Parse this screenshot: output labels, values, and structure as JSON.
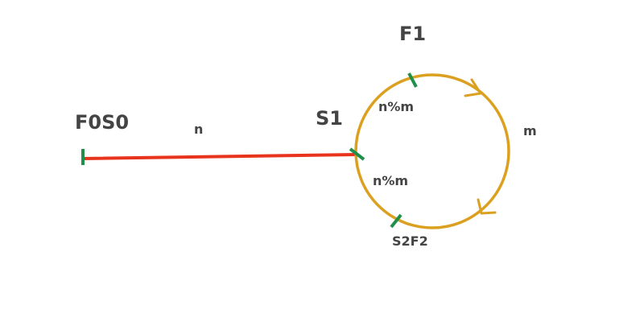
{
  "labels": {
    "start_node": "F0S0",
    "line_label": "n",
    "entry_node": "S1",
    "top_node": "F1",
    "upper_arc_label": "n%m",
    "right_arc_label": "m",
    "lower_arc_label": "n%m",
    "bottom_node": "S2F2"
  },
  "colors": {
    "straight_path": "#e8341c",
    "cycle": "#dba020",
    "marker": "#1f8f4a",
    "text": "#444444",
    "background": "#ffffff"
  }
}
